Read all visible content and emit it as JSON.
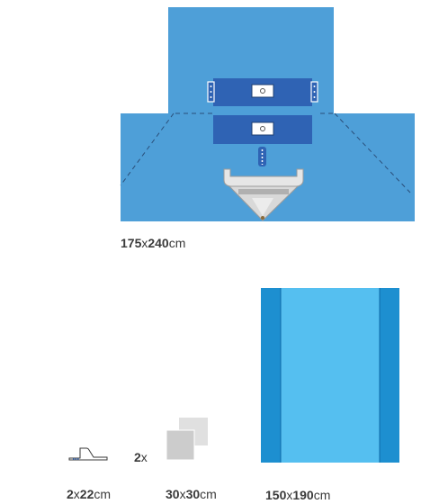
{
  "drape_main": {
    "width": "175",
    "sep": "x",
    "height": "240",
    "unit": "cm"
  },
  "tape_item": {
    "count": "2",
    "sep": "x",
    "size": "22",
    "unit": "cm"
  },
  "towel_item": {
    "multiplier_count": "2",
    "multiplier_sign": "x",
    "width": "30",
    "sep": "x",
    "height": "30",
    "unit": "cm"
  },
  "table_cover": {
    "width": "150",
    "sep": "x",
    "height": "190",
    "unit": "cm"
  },
  "colors": {
    "drape_blue": "#4e9fd8",
    "panel_blue": "#2f63b4",
    "cover_light": "#55bff0",
    "cover_edge": "#1d8fd0",
    "towel_gray": "#d2d2d2"
  }
}
